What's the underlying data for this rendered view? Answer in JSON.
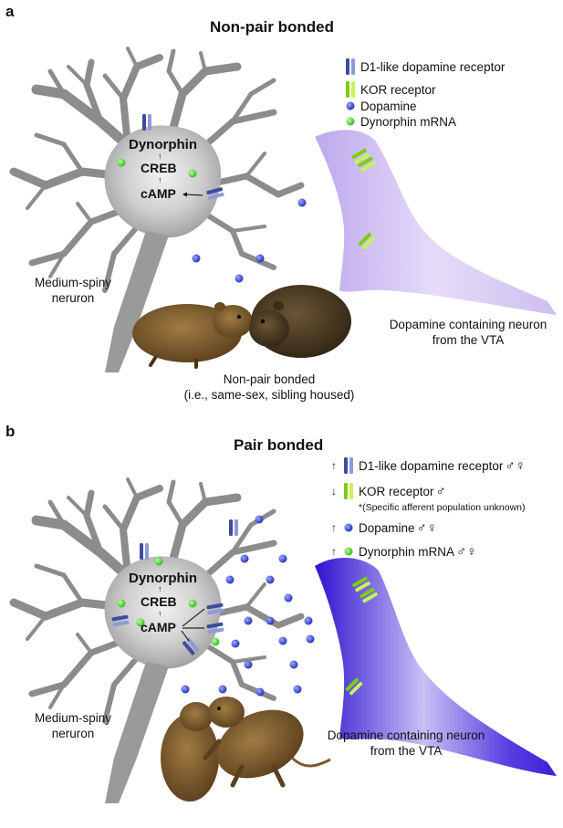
{
  "panel_a": {
    "letter": "a",
    "title": "Non-pair bonded",
    "legend": [
      {
        "icon": "d1-receptor-icon",
        "label": "D1-like dopamine receptor"
      },
      {
        "icon": "kor-receptor-icon",
        "label": "KOR receptor"
      },
      {
        "icon": "dopamine-dot-icon",
        "label": "Dopamine"
      },
      {
        "icon": "dynorphin-dot-icon",
        "label": "Dynorphin mRNA"
      }
    ],
    "signaling": {
      "top": "Dynorphin",
      "middle": "CREB",
      "bottom": "cAMP"
    },
    "msn_label_line1": "Medium-spiny",
    "msn_label_line2": "neruron",
    "vta_label_line1": "Dopamine containing neuron",
    "vta_label_line2": "from the VTA",
    "caption_line1": "Non-pair bonded",
    "caption_line2": "(i.e., same-sex, sibling housed)"
  },
  "panel_b": {
    "letter": "b",
    "title": "Pair bonded",
    "legend": [
      {
        "icon": "d1-receptor-icon",
        "direction": "up",
        "label": "D1-like dopamine receptor",
        "sex": "♂♀"
      },
      {
        "icon": "kor-receptor-icon",
        "direction": "down",
        "label": "KOR receptor",
        "sex": "♂"
      },
      {
        "icon": "dopamine-dot-icon",
        "direction": "up",
        "label": "Dopamine",
        "sex": "♂♀"
      },
      {
        "icon": "dynorphin-dot-icon",
        "direction": "up",
        "label": "Dynorphin mRNA",
        "sex": "♂♀"
      }
    ],
    "kor_note": "*(Specific afferent population unknown)",
    "signaling": {
      "top": "Dynorphin",
      "middle": "CREB",
      "bottom": "cAMP"
    },
    "msn_label_line1": "Medium-spiny",
    "msn_label_line2": "neruron",
    "vta_label_line1": "Dopamine containing neuron",
    "vta_label_line2": "from the VTA"
  },
  "colors": {
    "neuron_gray": "#9a9a9a",
    "vta_light": "#c9b8ee",
    "vta_dark": "#3a1fd6",
    "d1_blue": "#4e5fb0",
    "kor_green": "#8fdc1c",
    "dopamine_blue": "#2f3ec9",
    "dynorphin_green": "#48d12c",
    "vole_brown": "#7a5a2c"
  }
}
